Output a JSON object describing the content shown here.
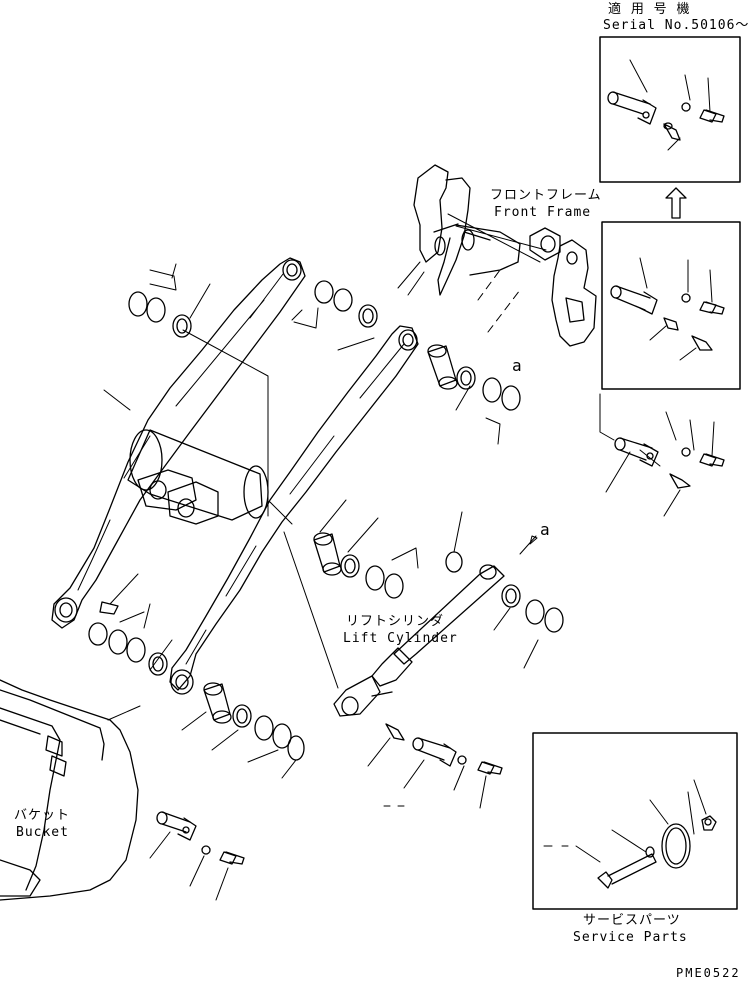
{
  "labels": {
    "serial_jp": "適 用 号 機",
    "serial_en": "Serial No.50106～",
    "front_frame_jp": "フロントフレーム",
    "front_frame_en": "Front Frame",
    "lift_cylinder_jp": "リフトシリンダ",
    "lift_cylinder_en": "Lift Cylinder",
    "bucket_jp": "バケット",
    "bucket_en": "Bucket",
    "service_parts_jp": "サービスパーツ",
    "service_parts_en": "Service Parts",
    "view_a_top": "a",
    "view_a_mid": "a",
    "drawing_code": "PME0522"
  },
  "colors": {
    "line": "#000000",
    "background": "#ffffff"
  }
}
